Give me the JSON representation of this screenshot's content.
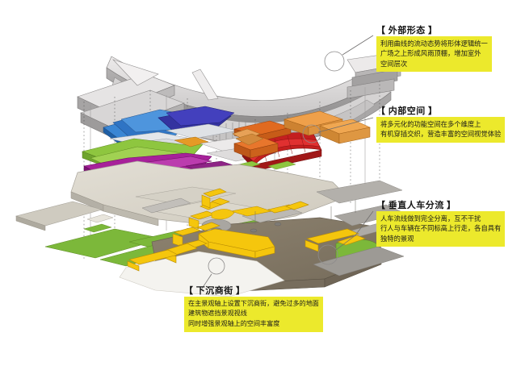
{
  "diagram": {
    "type": "exploded-axonometric-architecture-concept",
    "background_color": "#ffffff",
    "highlight_color": "#ece92c",
    "layers": [
      {
        "name": "canopy",
        "label_color": "#9a9a9a",
        "description": "curved gray roof canopy"
      },
      {
        "name": "upper-volumes",
        "colors": [
          "#2f7fd0",
          "#3b3fae",
          "#8dc63f",
          "#a8228f",
          "#e8761f",
          "#cc1f1f"
        ]
      },
      {
        "name": "ground-plane",
        "colors": [
          "#d9d5cc",
          "#8a7f6d",
          "#7cb83a",
          "#f3c313"
        ]
      },
      {
        "name": "road-network",
        "colors": [
          "#9b9b9b",
          "#f3c313"
        ]
      }
    ]
  },
  "annotations": [
    {
      "id": "exterior",
      "title": "【 外部形态 】",
      "body": "利用曲线的流动态势将形体逻辑统一\n广场之上形成风雨顶棚，增加室外\n空间层次"
    },
    {
      "id": "interior",
      "title": "【 内部空间 】",
      "body": "将多元化的功能空间在多个维度上\n有机穿插交织，营造丰富的空间视觉体验"
    },
    {
      "id": "traffic",
      "title": "【 垂直人车分流 】",
      "body": "人车流线做到完全分离，互不干扰\n行人与车辆在不同标高上行走，各自具有\n独特的景观"
    },
    {
      "id": "sunken",
      "title": "【 下沉商街 】",
      "body": "在主景观轴上设置下沉商街，避免过多的地面\n建筑物遮挡景观视线\n同时增强景观轴上的空间丰富度"
    }
  ]
}
